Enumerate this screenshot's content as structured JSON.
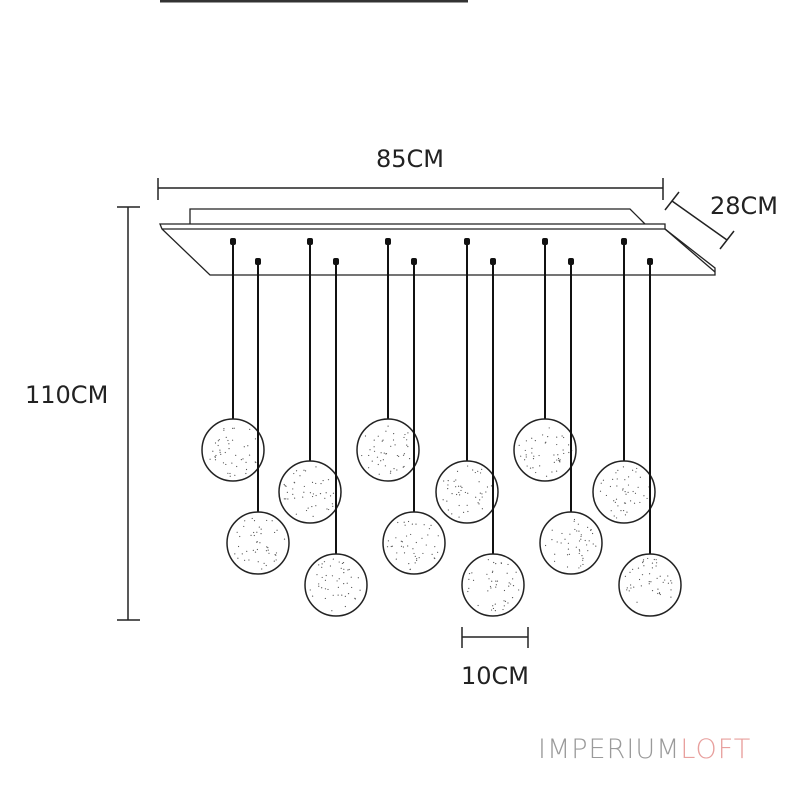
{
  "dimensions": {
    "width": "85CM",
    "depth": "28CM",
    "height": "110CM",
    "ball_diameter": "10CM"
  },
  "logo": {
    "part1": "IMPERIUM",
    "part2": "LOFT"
  },
  "colors": {
    "line": "#222222",
    "logo_gray": "#9a9a9a",
    "logo_pink": "#e8a09e"
  },
  "pendant_count": 12
}
